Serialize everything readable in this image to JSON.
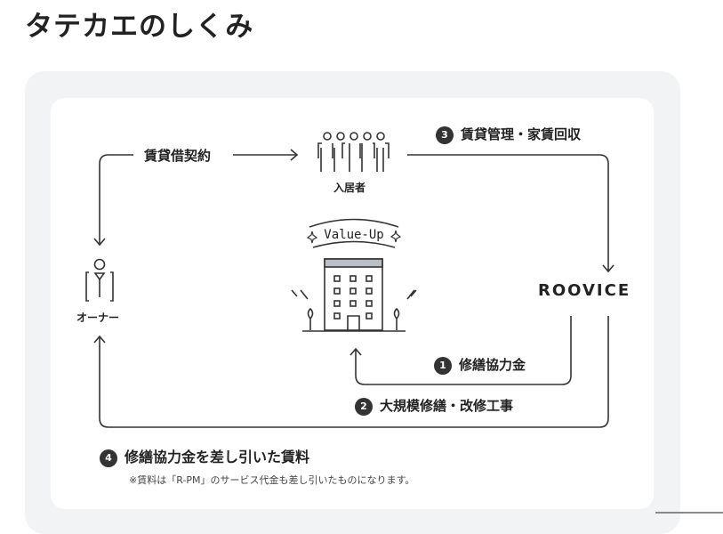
{
  "title": "タテカエのしくみ",
  "diagram": {
    "lease_contract": "賃貸借契約",
    "tenants": "入居者",
    "owner": "オーナー",
    "company": "ROOVICE",
    "value_up": "Value-Up",
    "steps": [
      {
        "num": "1",
        "label": "修繕協力金"
      },
      {
        "num": "2",
        "label": "大規模修繕・改修工事"
      },
      {
        "num": "3",
        "label": "賃貸管理・家賃回収"
      },
      {
        "num": "4",
        "label": "修繕協力金を差し引いた賃料"
      }
    ],
    "note": "※賃料は「R-PM」のサービス代金も差し引いたものになります。"
  }
}
